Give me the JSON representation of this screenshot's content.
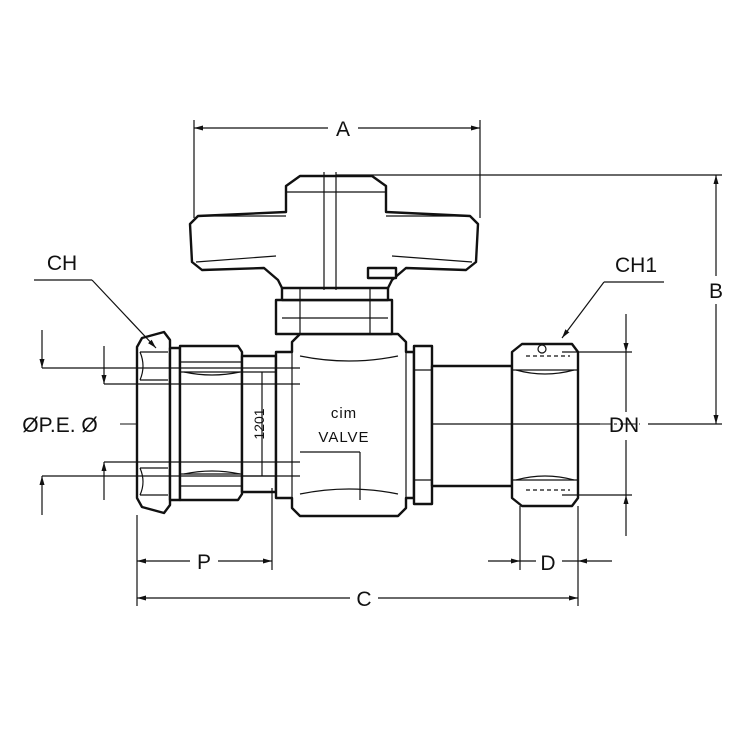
{
  "drawing": {
    "labels": {
      "A": "A",
      "B": "B",
      "C": "C",
      "D": "D",
      "P": "P",
      "CH": "CH",
      "CH1": "CH1",
      "DN": "DN",
      "pipe_od": "ØP.E. Ø"
    },
    "body_marking": {
      "brand": "cim",
      "word": "VALVE",
      "code": "1201"
    },
    "colors": {
      "line": "#111111",
      "background": "#ffffff"
    }
  }
}
